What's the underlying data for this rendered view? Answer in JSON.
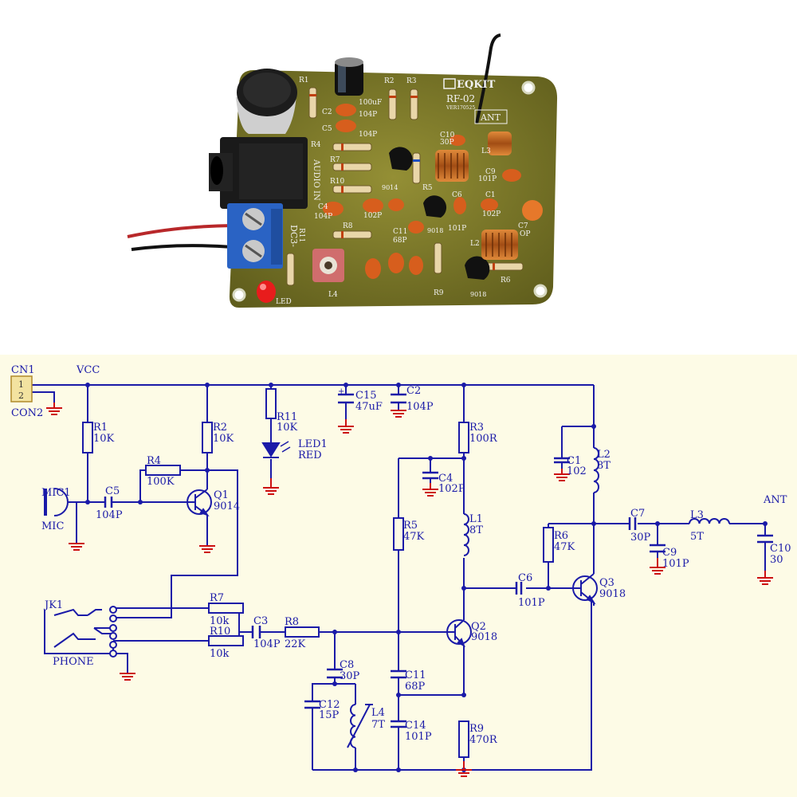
{
  "photo": {
    "brand": "EQKIT",
    "model": "RF-02",
    "version": "VER170525",
    "ant": "ANT",
    "audio_in": "AUDIO IN",
    "dc": "DC3-",
    "led": "LED",
    "labels": {
      "R1": "R1",
      "R2": "R2",
      "R3": "R3",
      "R4": "R4",
      "R7": "R7",
      "R10": "R10",
      "R11": "R11",
      "R8": "R8",
      "R5": "R5",
      "R6": "R6",
      "R9": "R9",
      "C2": "C2",
      "C5": "C5",
      "C4": "C4",
      "C10": "C10",
      "C9": "C9",
      "C1": "C1",
      "C7": "C7",
      "C6": "C6",
      "C11": "C11",
      "L2": "L2",
      "L3": "L3",
      "L4": "L4",
      "v100uF": "100uF",
      "v104P": "104P",
      "v104Pb": "104P",
      "v30P": "30P",
      "v101P": "101P",
      "v102P": "102P",
      "v102Pb": "102P",
      "v101Pb": "101P",
      "v68P": "68P",
      "v104Pc": "104P",
      "vOP": "OP",
      "q9014": "9014",
      "q9018": "9018",
      "q9018b": "9018"
    }
  },
  "schematic": {
    "CN1": "CN1",
    "CN_pin1": "1",
    "CN_pin2": "2",
    "CON2": "CON2",
    "VCC": "VCC",
    "R1": "R1",
    "R1v": "10K",
    "R2": "R2",
    "R2v": "10K",
    "R4": "R4",
    "R4v": "100K",
    "R11": "R11",
    "R11v": "10K",
    "LED1": "LED1",
    "LED1v": "RED",
    "C15": "C15",
    "C15v": "47uF",
    "C2": "C2",
    "C2v": "104P",
    "R3": "R3",
    "R3v": "100R",
    "C1": "C1",
    "C1v": "102",
    "L2": "L2",
    "L2v": "8T",
    "C4": "C4",
    "C4v": "102P",
    "MIC1": "MIC1",
    "MIC": "MIC",
    "C5": "C5",
    "C5v": "104P",
    "Q1": "Q1",
    "Q1v": "9014",
    "R5": "R5",
    "R5v": "47K",
    "L1": "L1",
    "L1v": "8T",
    "R6": "R6",
    "R6v": "47K",
    "C7": "C7",
    "C7v": "30P",
    "L3": "L3",
    "L3v": "5T",
    "ANT": "ANT",
    "C9": "C9",
    "C9v": "101P",
    "C10": "C10",
    "C10v": "30",
    "C6": "C6",
    "C6v": "101P",
    "Q3": "Q3",
    "Q3v": "9018",
    "JK1": "JK1",
    "PHONE": "PHONE",
    "R7": "R7",
    "R7v": "10k",
    "R10": "R10",
    "R10v": "10k",
    "C3": "C3",
    "C3v": "104P",
    "R8": "R8",
    "R8v": "22K",
    "Q2": "Q2",
    "Q2v": "9018",
    "C8": "C8",
    "C8v": "30P",
    "C11": "C11",
    "C11v": "68P",
    "C12": "C12",
    "C12v": "15P",
    "L4": "L4",
    "L4v": "7T",
    "C14": "C14",
    "C14v": "101P",
    "R9": "R9",
    "R9v": "470R"
  },
  "colors": {
    "wire": "#1a1aa8",
    "ground": "#cc1111",
    "pcb": "#7c7a26",
    "bg": "#fdfbe6"
  }
}
